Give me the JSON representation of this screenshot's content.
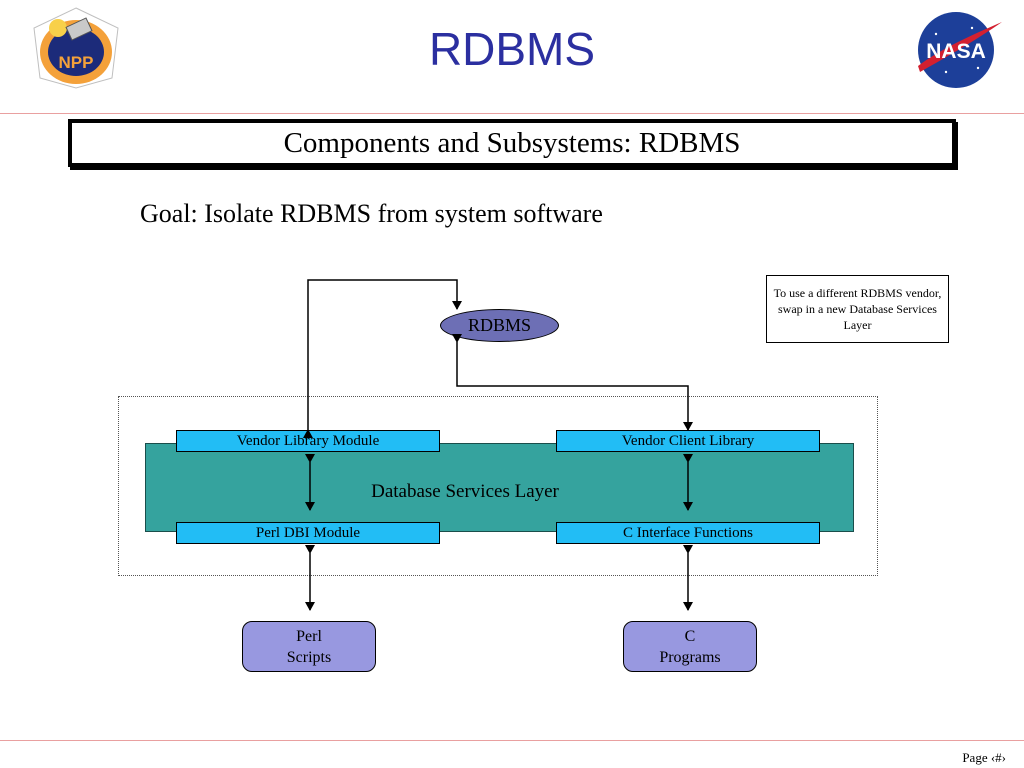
{
  "slide": {
    "title": "RDBMS",
    "subtitle": "Components and Subsystems: RDBMS",
    "goal": "Goal: Isolate RDBMS from system software",
    "page": "Page ‹#›"
  },
  "logos": {
    "left": {
      "text": "NPP",
      "colors": {
        "badge": "#f4a13a",
        "inner": "#1c2b7a"
      }
    },
    "right": {
      "text": "NASA",
      "colors": {
        "disc": "#1d3f99",
        "swoosh": "#d32030"
      }
    }
  },
  "diagram": {
    "note": "To use a different RDBMS vendor, swap in a new Database Services Layer",
    "rdbms": "RDBMS",
    "layer": "Database Services Layer",
    "modules": {
      "vendor_library": "Vendor Library Module",
      "vendor_client": "Vendor Client Library",
      "perl_dbi": "Perl DBI Module",
      "c_interface": "C Interface Functions"
    },
    "perl_scripts": [
      "Perl",
      "Scripts"
    ],
    "c_programs": [
      "C",
      "Programs"
    ]
  },
  "colors": {
    "title": "#2b2fa0",
    "layer": "#35a39e",
    "module": "#22bdf5",
    "rdbms_node": "#6d6fb5",
    "program_node": "#9898e0",
    "rule": "#e9a0a0"
  }
}
